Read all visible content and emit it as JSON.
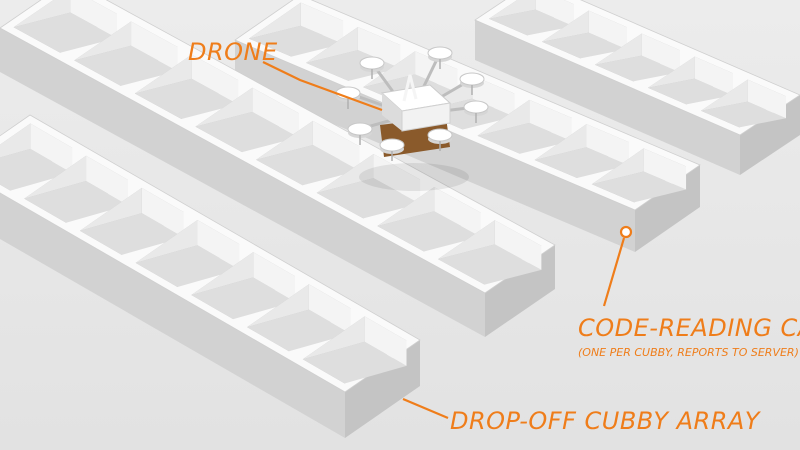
{
  "labels": {
    "drone": "DRONE",
    "cam_title": "CODE-READING CAM",
    "cam_note": "(ONE PER CUBBY, REPORTS TO SERVER)",
    "cubby_array": "DROP-OFF CUBBY ARRAY"
  },
  "colors": {
    "background": "#e6e6e6",
    "accent": "#ef7d1a",
    "cubby_rim": "#fafafa",
    "cubby_front": "#d2d2d2",
    "cubby_floor": "#dedede",
    "drone_body": "#f2f2f2",
    "drone_package": "#8a5a2b"
  },
  "icons": {
    "drone": "quadcopter-drone-icon",
    "camera_marker": "circle-marker-icon"
  }
}
